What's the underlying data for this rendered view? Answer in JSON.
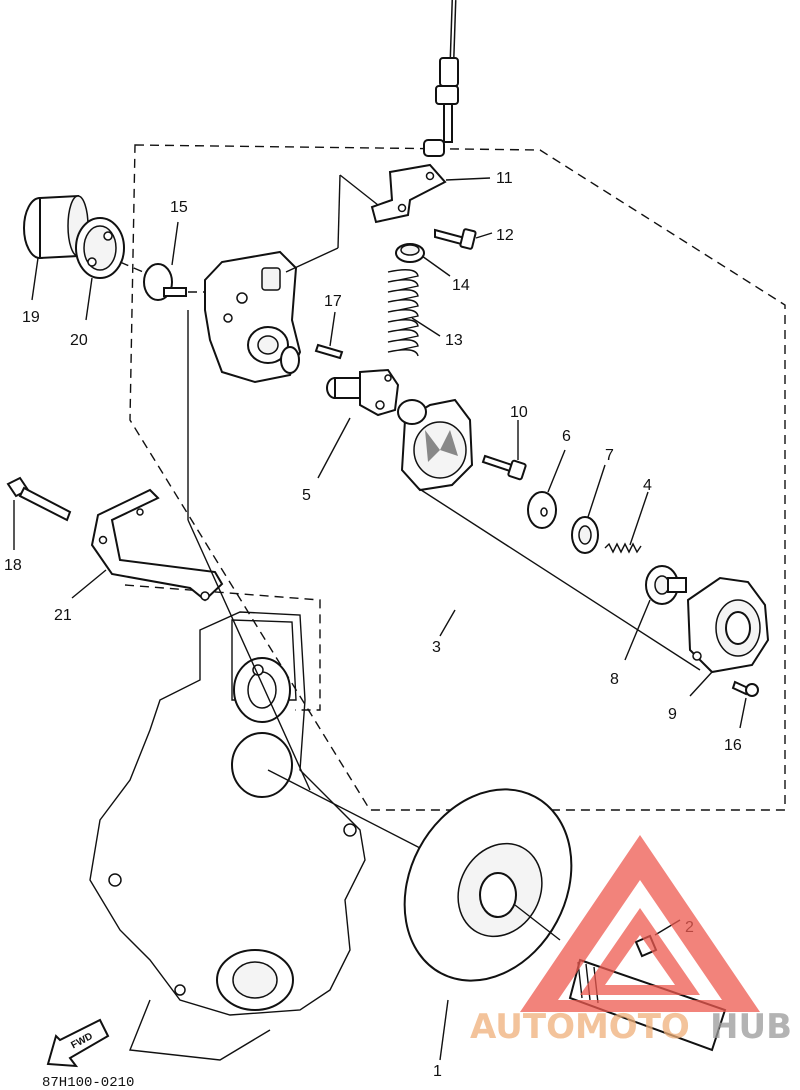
{
  "diagram": {
    "code": "87H100-0210",
    "fwd_label": "FWD",
    "callouts": [
      "1",
      "2",
      "3",
      "4",
      "5",
      "6",
      "7",
      "8",
      "9",
      "10",
      "11",
      "12",
      "13",
      "14",
      "15",
      "16",
      "17",
      "18",
      "19",
      "20",
      "21"
    ]
  },
  "watermark": {
    "text_a": "AUTOMOTO",
    "text_b": "HUB",
    "color_a": "#f0b07a",
    "color_b": "#9a9a9a",
    "triangle_color": "#ee5a50"
  }
}
